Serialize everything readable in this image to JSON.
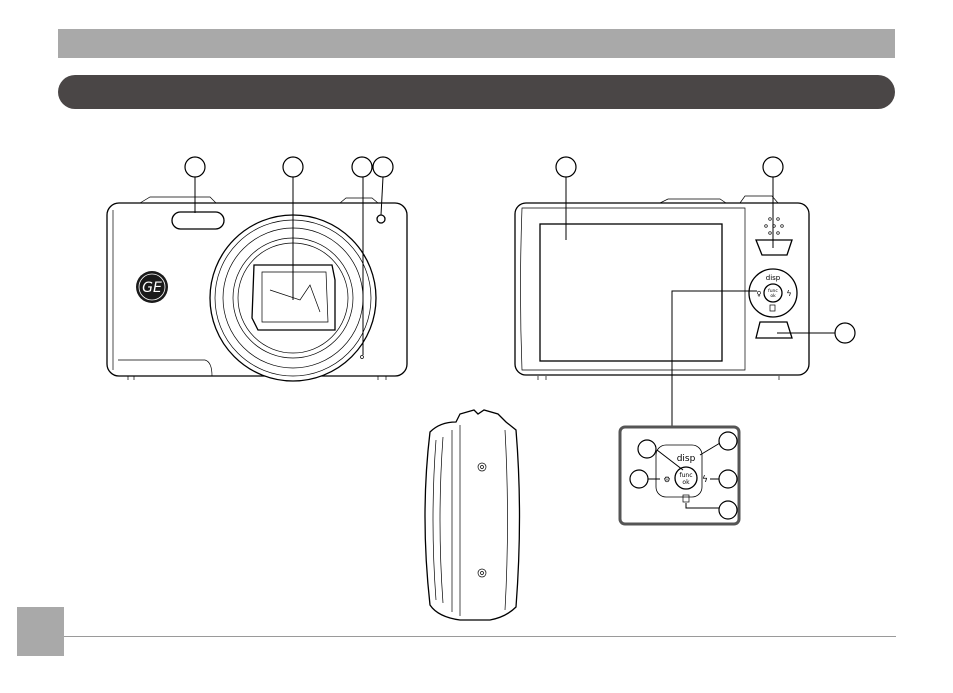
{
  "header": {
    "chapter_bar_text": "",
    "section_bar_text": ""
  },
  "footer": {
    "page_number": ""
  },
  "camera": {
    "brand_logo_text": "GE",
    "control_pad": {
      "top_label": "disp",
      "center_label_line1": "func",
      "center_label_line2": "ok"
    }
  },
  "inset": {
    "top_label": "disp",
    "center_label_line1": "func",
    "center_label_line2": "ok"
  },
  "icons": [
    "portrait-mode-icon",
    "flash-icon",
    "trash-icon",
    "gear-icon"
  ]
}
